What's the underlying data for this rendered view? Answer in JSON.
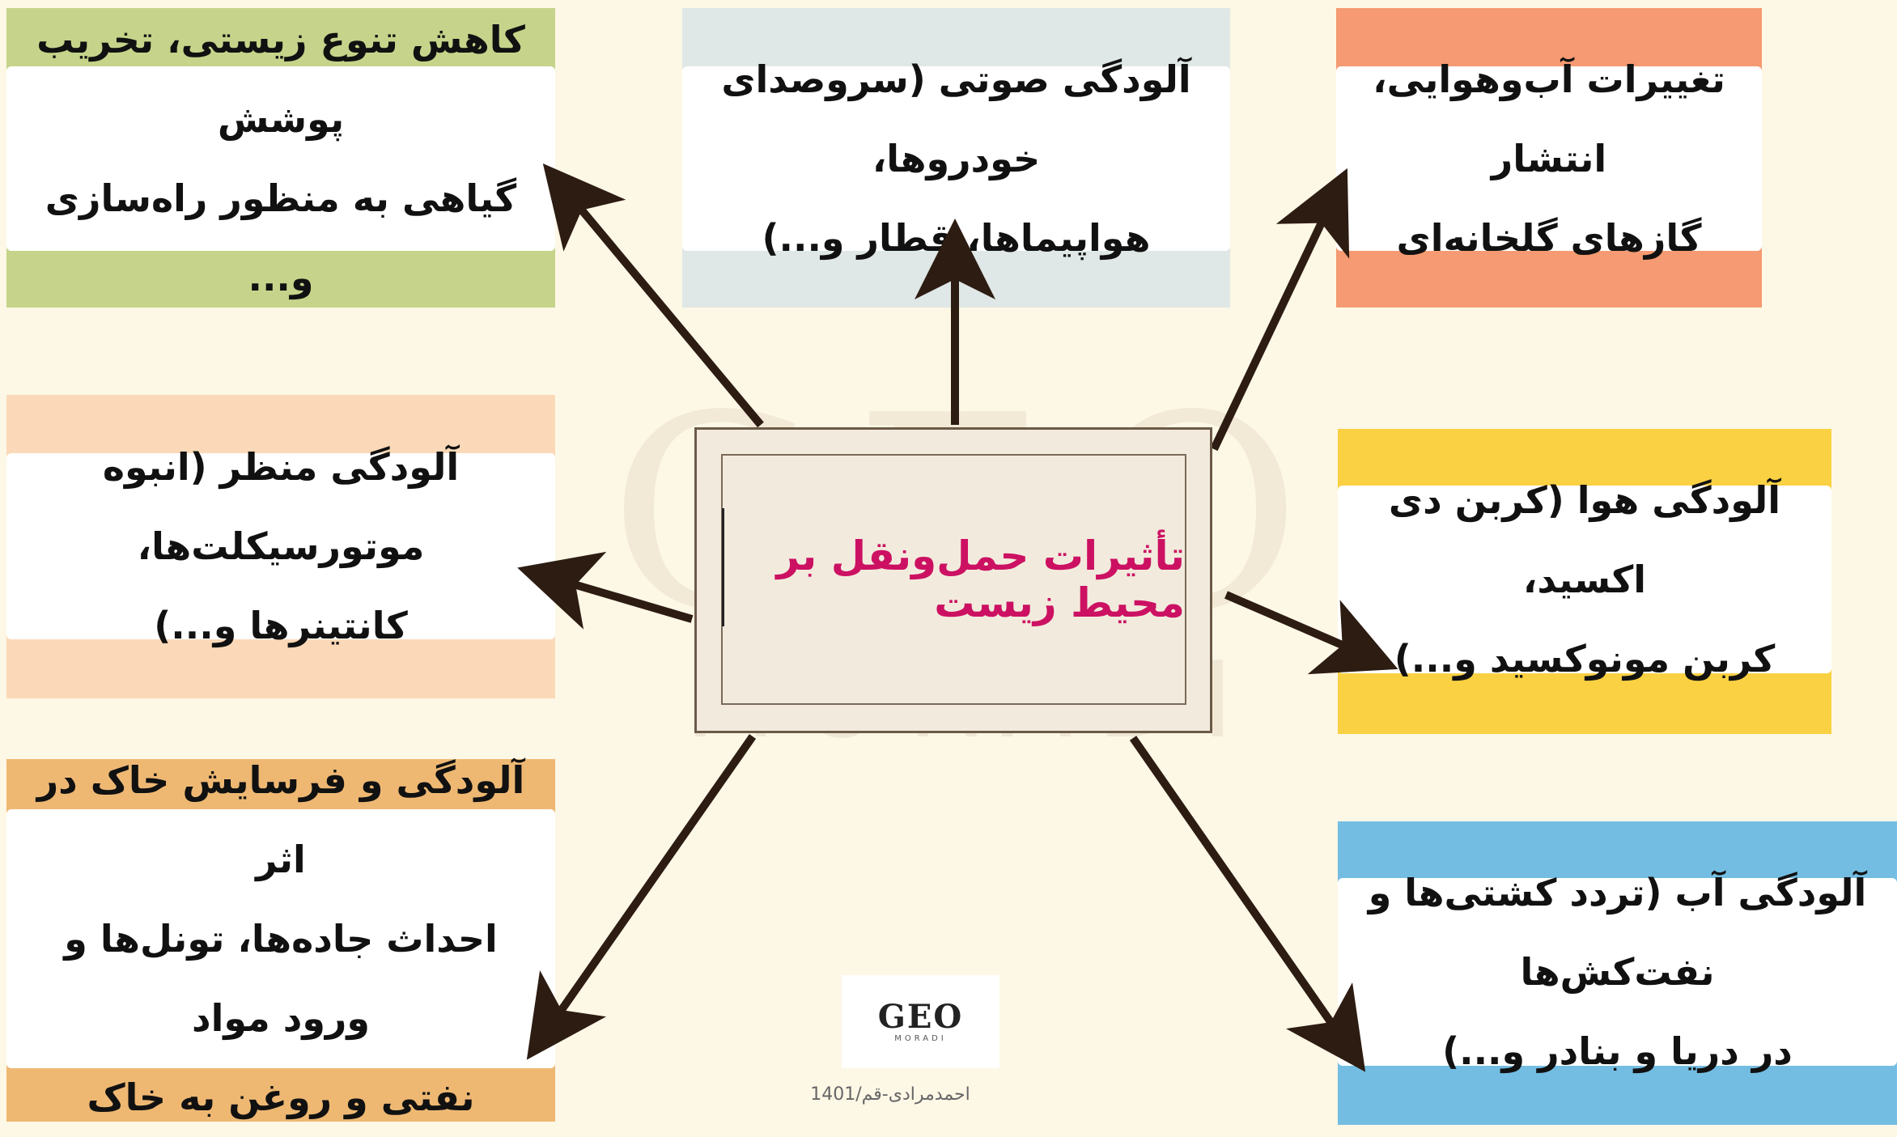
{
  "center_title": "تأثیرات حمل‌ونقل بر محیط زیست",
  "boxes": {
    "top_left": {
      "text": "کاهش تنوع زیستی، تخریب پوشش\nگیاهی به منظور راه‌سازی و...",
      "color": "#c5d48a"
    },
    "top_middle": {
      "text": "آلودگی صوتی (سروصدای خودروها،\nهواپیماها، قطار و...)",
      "color": "#dfe8e6"
    },
    "top_right": {
      "text": "تغییرات آب‌وهوایی، انتشار\nگازهای گلخانه‌ای",
      "color": "#f59a72"
    },
    "middle_left": {
      "text": "آلودگی منظر (انبوه موتورسیکلت‌ها،\nکانتینرها و...)",
      "color": "#fbd9b8"
    },
    "middle_right": {
      "text": "آلودگی هوا (کربن دی اکسید،\nکربن مونوکسید و...)",
      "color": "#fad143"
    },
    "bottom_left": {
      "text": "آلودگی و فرسایش خاک در اثر\nاحداث جاده‌ها، تونل‌ها و ورود مواد\nنفتی و روغن به خاک",
      "color": "#eeb873"
    },
    "bottom_right": {
      "text": "آلودگی آب (تردد کشتی‌ها و نفت‌کش‌ها\nدر دریا و بنادر و...)",
      "color": "#74bde2"
    }
  },
  "watermark": {
    "big": "GEO",
    "small": "MORADI"
  },
  "logo": {
    "main": "GEO",
    "sub": "MORADI"
  },
  "credit": "احمدمرادی-قم/1401",
  "arrow_color": "#2d1c12"
}
